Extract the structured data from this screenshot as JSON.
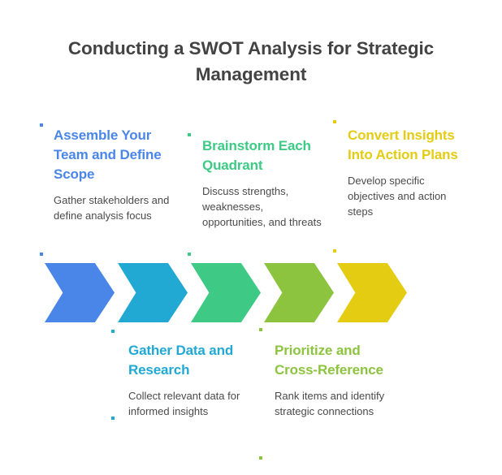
{
  "header": {
    "title": "Conducting a SWOT Analysis for Strategic Management"
  },
  "colors": {
    "title_text": "#434343",
    "body_text": "#4a4a4a",
    "background": "#ffffff",
    "step_1": "#4a86e8",
    "step_2": "#21a9d4",
    "step_3": "#3eca85",
    "step_4": "#8dc43f",
    "step_5": "#e3cc12"
  },
  "steps": [
    {
      "index": 1,
      "heading": "Assemble Your Team and Define Scope",
      "description": "Gather stakeholders and define analysis focus",
      "color": "#4a86e8",
      "position": "above"
    },
    {
      "index": 2,
      "heading": "Gather Data and Research",
      "description": "Collect relevant data for informed insights",
      "color": "#21a9d4",
      "position": "below"
    },
    {
      "index": 3,
      "heading": "Brainstorm Each Quadrant",
      "description": "Discuss strengths, weaknesses, opportunities, and threats",
      "color": "#3eca85",
      "position": "above"
    },
    {
      "index": 4,
      "heading": "Prioritize and Cross-Reference",
      "description": "Rank items and identify strategic connections",
      "color": "#8dc43f",
      "position": "below"
    },
    {
      "index": 5,
      "heading": "Convert Insights Into Action Plans",
      "description": "Develop specific objectives and action steps",
      "color": "#e3cc12",
      "position": "above"
    }
  ]
}
